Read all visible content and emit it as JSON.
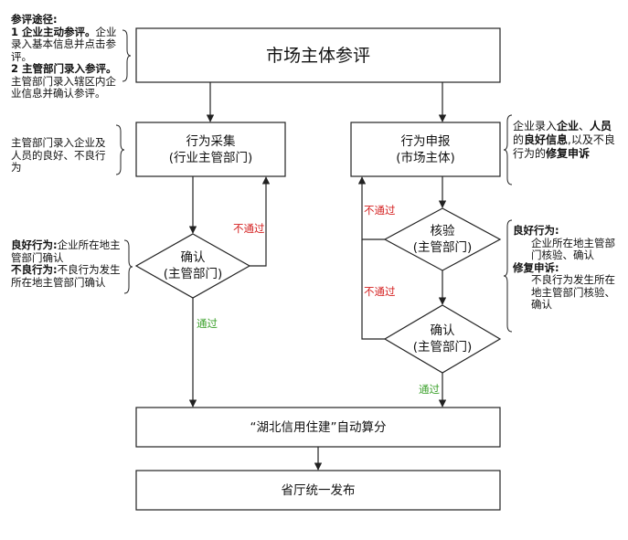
{
  "diagram": {
    "nodes": {
      "title": "市场主体参评",
      "collect_line1": "行为采集",
      "collect_line2": "(行业主管部门)",
      "declare_line1": "行为申报",
      "declare_line2": "(市场主体)",
      "confirm_left_line1": "确认",
      "confirm_left_line2": "(主管部门)",
      "verify_line1": "核验",
      "verify_line2": "(主管部门)",
      "confirm_right_line1": "确认",
      "confirm_right_line2": "(主管部门)",
      "score": "“湖北信用住建”自动算分",
      "publish": "省厅统一发布"
    },
    "edges": {
      "reject_left": "不通过",
      "pass_left": "通过",
      "reject_right_top": "不通过",
      "reject_right_bottom": "不通过",
      "pass_right": "通过"
    },
    "notes": {
      "path": {
        "heading": "参评途径:",
        "item1_bold": "1 企业主动参评。",
        "item1_text": "企业录入基本信息并点击参评。",
        "item2_bold": "2 主管部门录入参评。",
        "item2_text": "主管部门录入辖区内企业信息并确认参评。"
      },
      "collect": "主管部门录入企业及人员的良好、不良行为",
      "confirm_left": {
        "good_bold": "良好行为:",
        "good_text": "企业所在地主管部门确认",
        "bad_bold": "不良行为:",
        "bad_text": "不良行为发生所在地主管部门确认"
      },
      "declare": {
        "t1": "企业录入",
        "b1": "企业",
        "t2": "、",
        "b2": "人员",
        "t3": "的",
        "b3": "良好信息",
        "t4": ",以及不良行为的",
        "b4": "修复申诉"
      },
      "verify": {
        "good_bold": "良好行为:",
        "good_text": "企业所在地主管部门核验、确认",
        "repair_bold": "修复申诉:",
        "repair_text": "不良行为发生所在地主管部门核验、确认"
      }
    }
  },
  "colors": {
    "stroke": "#222222",
    "reject": "#d42020",
    "pass": "#3aa02a"
  }
}
